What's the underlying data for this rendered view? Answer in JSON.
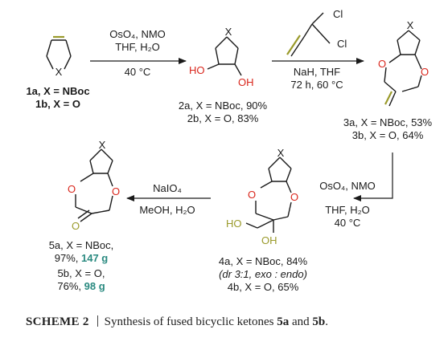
{
  "scheme": {
    "compounds": {
      "c1": {
        "atom_x": "X",
        "line_a": "1a, X = NBoc",
        "line_b": "1b, X = O"
      },
      "c2": {
        "atom_x": "X",
        "atom_ho": "HO",
        "atom_oh": "OH",
        "line_a": "2a, X = NBoc, 90%",
        "line_b": "2b, X = O, 83%"
      },
      "c3": {
        "atom_x": "X",
        "atom_o1": "O",
        "atom_o2": "O",
        "line_a": "3a, X = NBoc, 53%",
        "line_b": "3b, X = O, 64%"
      },
      "c4": {
        "atom_x": "X",
        "atom_o1": "O",
        "atom_o2": "O",
        "atom_ho": "HO",
        "atom_oh": "OH",
        "line_a": "4a, X = NBoc, 84%",
        "line_dr": "(dr 3:1, exo : endo)",
        "line_b": "4b, X = O, 65%"
      },
      "c5": {
        "atom_x": "X",
        "atom_o1": "O",
        "atom_o2": "O",
        "atom_ok": "O",
        "line_a1": "5a, X = NBoc,",
        "line_a2_yield": "97%,",
        "line_a2_mass": "147 g",
        "line_b1": "5b, X = O,",
        "line_b2_yield": "76%,",
        "line_b2_mass": "98 g"
      }
    },
    "reagents": {
      "step1": {
        "line1": "OsO₄, NMO",
        "line2": "THF, H₂O",
        "line3": "40 °C"
      },
      "step2": {
        "cl1": "Cl",
        "cl2": "Cl",
        "line1": "NaH, THF",
        "line2": "72 h, 60 °C"
      },
      "step3": {
        "line1": "OsO₄, NMO",
        "line2": "THF, H₂O",
        "line3": "40 °C"
      },
      "step4": {
        "line1": "NaIO₄",
        "line2": "MeOH, H₂O"
      }
    }
  },
  "caption": {
    "label": "SCHEME 2",
    "text_before": "Synthesis of fused bicyclic ketones",
    "compound_a": "5a",
    "conjunction": "and",
    "compound_b": "5b",
    "period": "."
  },
  "colors": {
    "heteroatom_red": "#d9261c",
    "olive": "#9a9a2a",
    "mass_teal": "#2a8a80",
    "bond": "#1a1a1a"
  }
}
